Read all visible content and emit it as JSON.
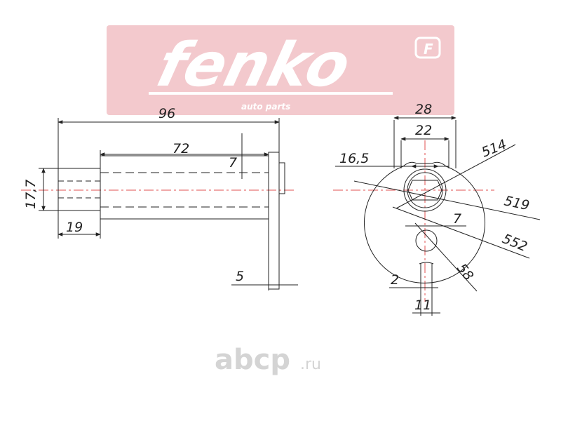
{
  "brand": {
    "name": "fenko",
    "tagline": "auto parts",
    "badge": "F",
    "banner_color": "#f3c9cd",
    "watermark": "abcp",
    "watermark_suffix": ".ru"
  },
  "side_view": {
    "overall_length": "96",
    "shaft_length": "72",
    "head_thickness": "7",
    "diameter": "17,7",
    "tip_length": "19",
    "flange_thickness": "5"
  },
  "front_view": {
    "width_outer": "28",
    "width_inner": "22",
    "hex_size": "16,5",
    "callout_1": "514",
    "callout_2": "519",
    "callout_3": "552",
    "callout_4": "58",
    "hole_diameter": "7",
    "notch_depth": "2",
    "notch_width": "11"
  },
  "colors": {
    "line": "#222222",
    "centerline": "#e05050",
    "watermark": "#d4d4d4"
  }
}
